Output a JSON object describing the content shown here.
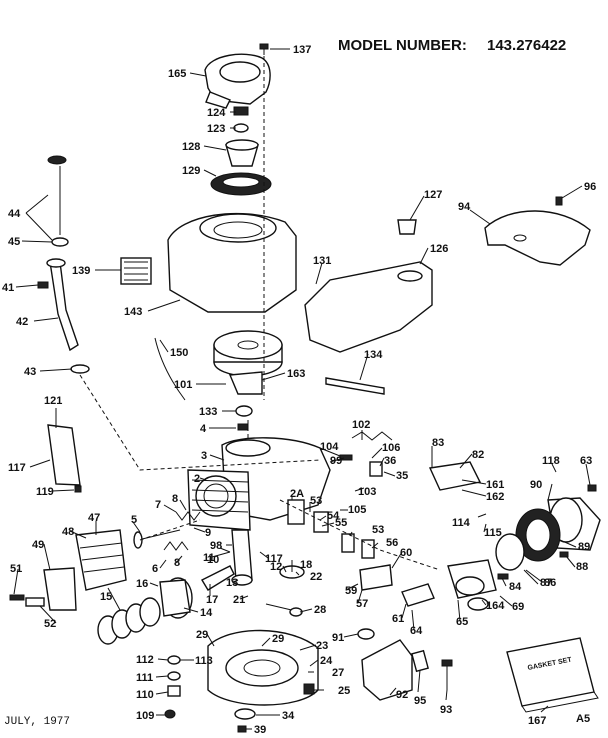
{
  "header": {
    "model_label": "MODEL NUMBER:",
    "model_number": "143.276422"
  },
  "footer": {
    "date": "JULY, 1977",
    "sheet": "A5"
  },
  "gasket_set_label": "GASKET SET",
  "labels": [
    {
      "id": "p137",
      "text": "137"
    },
    {
      "id": "p165",
      "text": "165"
    },
    {
      "id": "p124",
      "text": "124"
    },
    {
      "id": "p123",
      "text": "123"
    },
    {
      "id": "p128",
      "text": "128"
    },
    {
      "id": "p129",
      "text": "129"
    },
    {
      "id": "p127",
      "text": "127"
    },
    {
      "id": "p96",
      "text": "96"
    },
    {
      "id": "p94",
      "text": "94"
    },
    {
      "id": "p44",
      "text": "44"
    },
    {
      "id": "p45",
      "text": "45"
    },
    {
      "id": "p139",
      "text": "139"
    },
    {
      "id": "p126",
      "text": "126"
    },
    {
      "id": "p131",
      "text": "131"
    },
    {
      "id": "p41",
      "text": "41"
    },
    {
      "id": "p42",
      "text": "42"
    },
    {
      "id": "p143",
      "text": "143"
    },
    {
      "id": "p150",
      "text": "150"
    },
    {
      "id": "p43",
      "text": "43"
    },
    {
      "id": "p163",
      "text": "163"
    },
    {
      "id": "p134",
      "text": "134"
    },
    {
      "id": "p101",
      "text": "101"
    },
    {
      "id": "p121",
      "text": "121"
    },
    {
      "id": "p133",
      "text": "133"
    },
    {
      "id": "p4",
      "text": "4"
    },
    {
      "id": "p102",
      "text": "102"
    },
    {
      "id": "p3",
      "text": "3"
    },
    {
      "id": "p117a",
      "text": "117"
    },
    {
      "id": "p104",
      "text": "104"
    },
    {
      "id": "p106",
      "text": "106"
    },
    {
      "id": "p83",
      "text": "83"
    },
    {
      "id": "p82",
      "text": "82"
    },
    {
      "id": "p99",
      "text": "99"
    },
    {
      "id": "p36",
      "text": "36"
    },
    {
      "id": "p118",
      "text": "118"
    },
    {
      "id": "p63",
      "text": "63"
    },
    {
      "id": "p2",
      "text": "2"
    },
    {
      "id": "p35",
      "text": "35"
    },
    {
      "id": "p119",
      "text": "119"
    },
    {
      "id": "p161",
      "text": "161"
    },
    {
      "id": "p90",
      "text": "90"
    },
    {
      "id": "p103",
      "text": "103"
    },
    {
      "id": "p162",
      "text": "162"
    },
    {
      "id": "p2a",
      "text": "2A"
    },
    {
      "id": "p53a",
      "text": "53"
    },
    {
      "id": "p7",
      "text": "7"
    },
    {
      "id": "p8a",
      "text": "8"
    },
    {
      "id": "p54",
      "text": "54"
    },
    {
      "id": "p105",
      "text": "105"
    },
    {
      "id": "p114",
      "text": "114"
    },
    {
      "id": "p5",
      "text": "5"
    },
    {
      "id": "p9",
      "text": "9"
    },
    {
      "id": "p55",
      "text": "55"
    },
    {
      "id": "p115",
      "text": "115"
    },
    {
      "id": "p47",
      "text": "47"
    },
    {
      "id": "p53b",
      "text": "53"
    },
    {
      "id": "p48",
      "text": "48"
    },
    {
      "id": "p98",
      "text": "98"
    },
    {
      "id": "p10",
      "text": "10"
    },
    {
      "id": "p56",
      "text": "56"
    },
    {
      "id": "p89",
      "text": "89"
    },
    {
      "id": "p49",
      "text": "49"
    },
    {
      "id": "p6",
      "text": "6"
    },
    {
      "id": "p8b",
      "text": "8"
    },
    {
      "id": "p11",
      "text": "11"
    },
    {
      "id": "p117b",
      "text": "117"
    },
    {
      "id": "p60",
      "text": "60"
    },
    {
      "id": "p88",
      "text": "88"
    },
    {
      "id": "p51",
      "text": "51"
    },
    {
      "id": "p16",
      "text": "16"
    },
    {
      "id": "p13",
      "text": "13"
    },
    {
      "id": "p12",
      "text": "12"
    },
    {
      "id": "p18",
      "text": "18"
    },
    {
      "id": "p22",
      "text": "22"
    },
    {
      "id": "p86",
      "text": "86"
    },
    {
      "id": "p15",
      "text": "15"
    },
    {
      "id": "p59",
      "text": "59"
    },
    {
      "id": "p84",
      "text": "84"
    },
    {
      "id": "p87",
      "text": "87"
    },
    {
      "id": "p17",
      "text": "17"
    },
    {
      "id": "p21",
      "text": "21"
    },
    {
      "id": "p57",
      "text": "57"
    },
    {
      "id": "p14",
      "text": "14"
    },
    {
      "id": "p52",
      "text": "52"
    },
    {
      "id": "p28",
      "text": "28"
    },
    {
      "id": "p61",
      "text": "61"
    },
    {
      "id": "p65",
      "text": "65"
    },
    {
      "id": "p164",
      "text": "164"
    },
    {
      "id": "p69",
      "text": "69"
    },
    {
      "id": "p91",
      "text": "91"
    },
    {
      "id": "p64",
      "text": "64"
    },
    {
      "id": "p29a",
      "text": "29"
    },
    {
      "id": "p29b",
      "text": "29"
    },
    {
      "id": "p23",
      "text": "23"
    },
    {
      "id": "p112",
      "text": "112"
    },
    {
      "id": "p113",
      "text": "113"
    },
    {
      "id": "p24",
      "text": "24"
    },
    {
      "id": "p111",
      "text": "111"
    },
    {
      "id": "p27",
      "text": "27"
    },
    {
      "id": "p110",
      "text": "110"
    },
    {
      "id": "p25",
      "text": "25"
    },
    {
      "id": "p92",
      "text": "92"
    },
    {
      "id": "p95",
      "text": "95"
    },
    {
      "id": "p93",
      "text": "93"
    },
    {
      "id": "p109",
      "text": "109"
    },
    {
      "id": "p34",
      "text": "34"
    },
    {
      "id": "p167",
      "text": "167"
    },
    {
      "id": "p39",
      "text": "39"
    }
  ]
}
